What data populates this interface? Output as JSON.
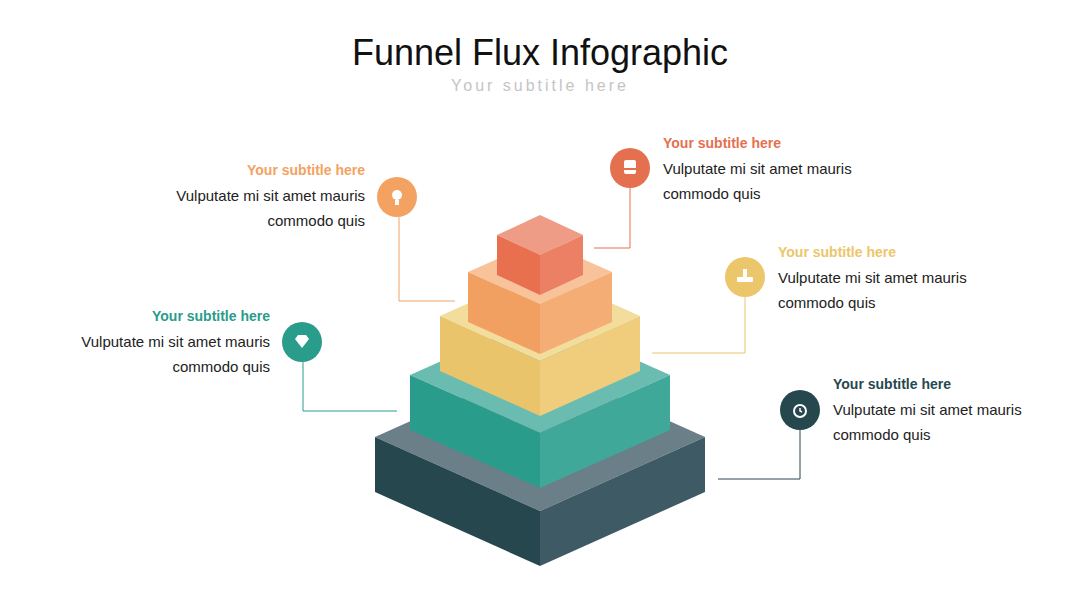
{
  "diagram": {
    "title": "Funnel Flux Infographic",
    "nodes": [
      {
        "text": [
          "Your subtitle here",
          "Vulputate mi sit amet mauris commodo quis"
        ]
      },
      {
        "text": [
          "Your subtitle here",
          "Vulputate mi sit amet mauris commodo quis"
        ]
      },
      {
        "text": [
          "Your subtitle here",
          "Vulputate mi sit amet mauris commodo quis"
        ]
      },
      {
        "text": [
          "Your subtitle here",
          "Vulputate mi sit amet mauris commodo quis"
        ]
      },
      {
        "text": [
          "Your subtitle here",
          "Vulputate mi sit amet mauris commodo quis"
        ]
      }
    ],
    "labels": [
      "Your subtitle here"
    ]
  }
}
